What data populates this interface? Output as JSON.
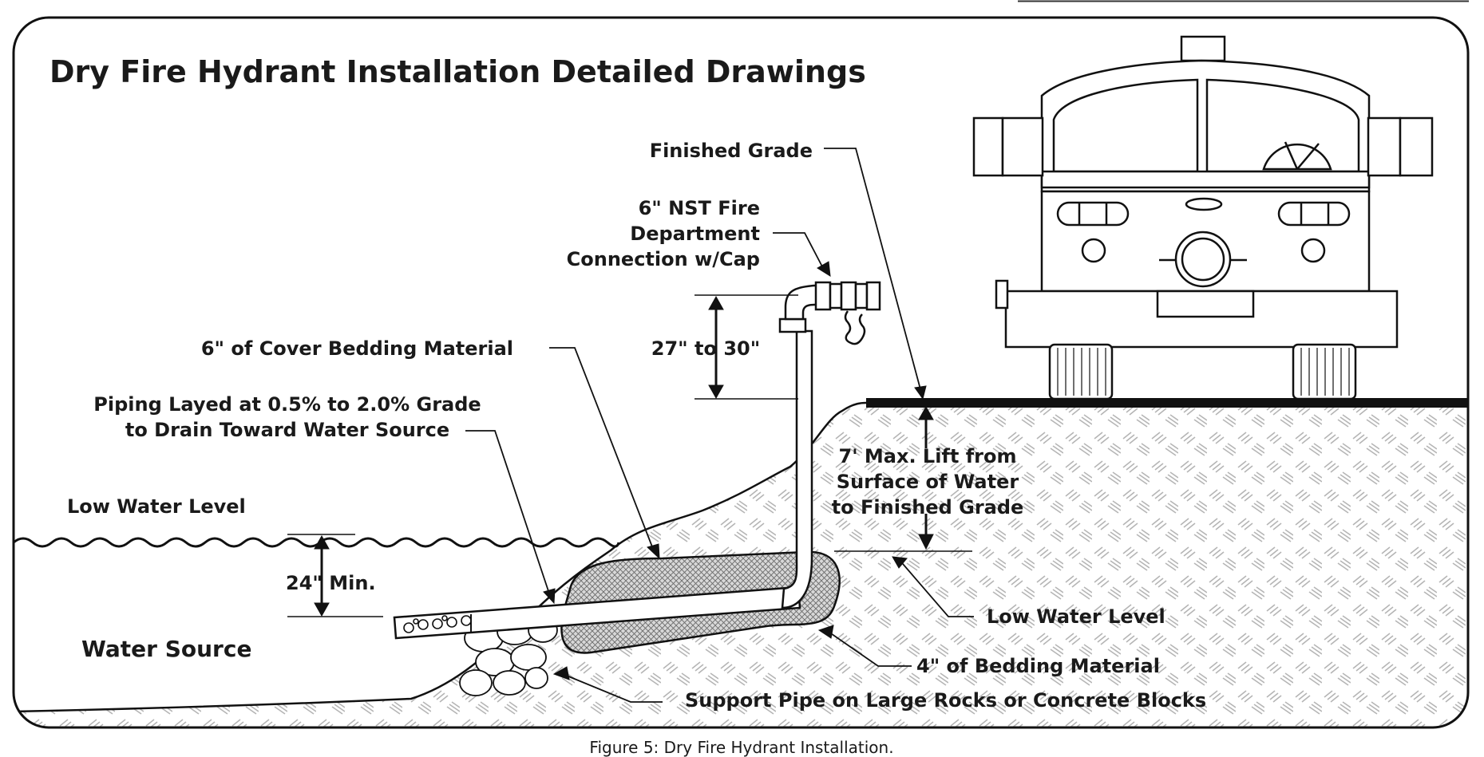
{
  "header": {
    "title": "Dry Fire Hydrant Installation Detailed Drawings"
  },
  "labels": {
    "finished_grade": "Finished Grade",
    "nst_line1": "6\"  NST Fire",
    "nst_line2": "Department",
    "nst_line3": "Connection w/Cap",
    "cover_bedding": "6\" of Cover Bedding Material",
    "height": "27\" to 30\"",
    "piping_line1": "Piping Layed at 0.5% to 2.0% Grade",
    "piping_line2": "to Drain Toward Water Source",
    "low_water_left": "Low Water Level",
    "min_depth": "24\" Min.",
    "water_source": "Water Source",
    "lift_line1": "7' Max. Lift from",
    "lift_line2": "Surface of Water",
    "lift_line3": "to Finished Grade",
    "low_water_right": "Low Water Level",
    "bedding": "4\" of Bedding Material",
    "support": "Support Pipe on Large Rocks or Concrete Blocks"
  },
  "caption": "Figure 5: Dry Fire Hydrant Installation."
}
